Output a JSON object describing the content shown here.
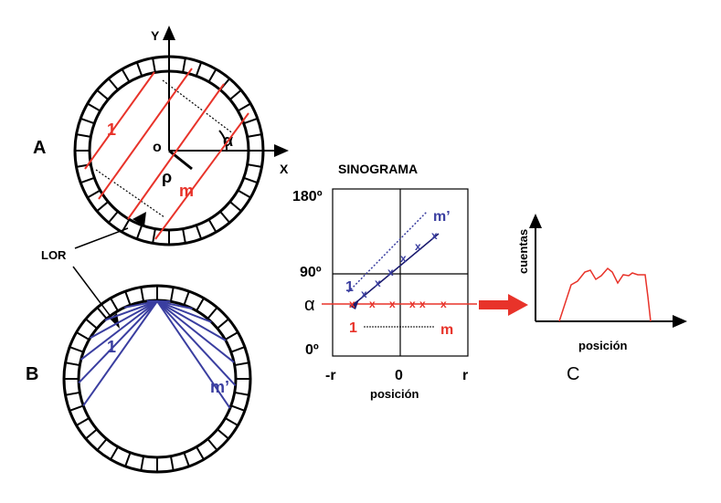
{
  "labels": {
    "panel_a": "A",
    "panel_b": "B",
    "panel_c": "C",
    "axis_x": "X",
    "axis_y": "Y",
    "origin": "o",
    "alpha": "α",
    "rho": "ρ",
    "lor": "LOR",
    "line_1": "1",
    "line_m": "m",
    "line_m_prime": "m’"
  },
  "sinogram": {
    "title": "SINOGRAMA",
    "y_tick_180": "180º",
    "y_tick_90": "90º",
    "y_tick_0": "0º",
    "y_tick_alpha": "α",
    "x_tick_neg_r": "-r",
    "x_tick_0": "0",
    "x_tick_r": "r",
    "x_label": "posición",
    "label_1_blue": "1",
    "label_m_prime": "m’",
    "label_1_red": "1",
    "label_m": "m",
    "marker": "x"
  },
  "profile": {
    "ylabel": "cuentas",
    "xlabel": "posición"
  },
  "colors": {
    "red": "#e8332a",
    "blue": "#3a3ea0",
    "black": "#000000"
  }
}
